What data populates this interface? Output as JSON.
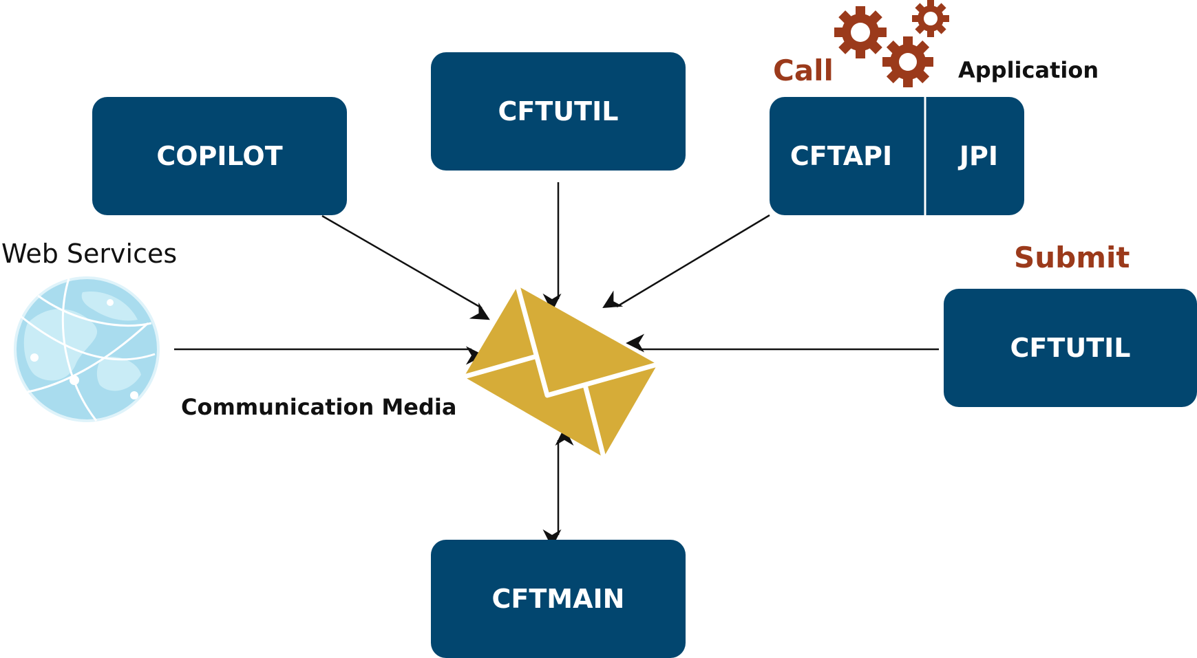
{
  "colors": {
    "node_fill": "#02466f",
    "node_text": "#ffffff",
    "accent_red": "#9b3a1b",
    "envelope": "#d6ac38",
    "globe": "#a9dcee",
    "arrow": "#111111"
  },
  "nodes": {
    "copilot": {
      "label": "COPILOT"
    },
    "cftutil_top": {
      "label": "CFTUTIL"
    },
    "cftapi": {
      "label": "CFTAPI"
    },
    "jpi": {
      "label": "JPI"
    },
    "cftutil_right": {
      "label": "CFTUTIL"
    },
    "cftmain": {
      "label": "CFTMAIN"
    }
  },
  "captions": {
    "call": "Call",
    "application": "Application",
    "submit": "Submit",
    "web_services": "Web Services",
    "communication_media": "Communication Media"
  },
  "icons": {
    "gears": "gears-icon",
    "envelope": "envelope-icon",
    "globe": "globe-icon"
  }
}
